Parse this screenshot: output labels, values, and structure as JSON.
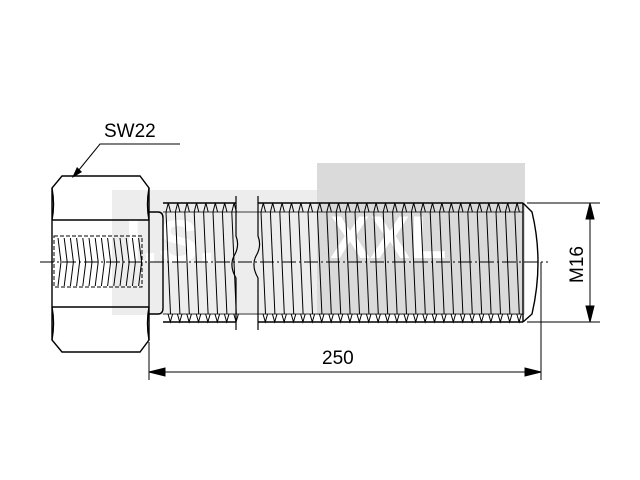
{
  "drawing": {
    "wrench_size_label": "SW22",
    "length_label": "250",
    "thread_label": "M16"
  },
  "watermark": {
    "text_left": "I.S.",
    "text_right": "XXL"
  },
  "colors": {
    "line": "#000000",
    "watermark_light": "#e6e6e6",
    "watermark_dark": "#d0d0d0"
  }
}
